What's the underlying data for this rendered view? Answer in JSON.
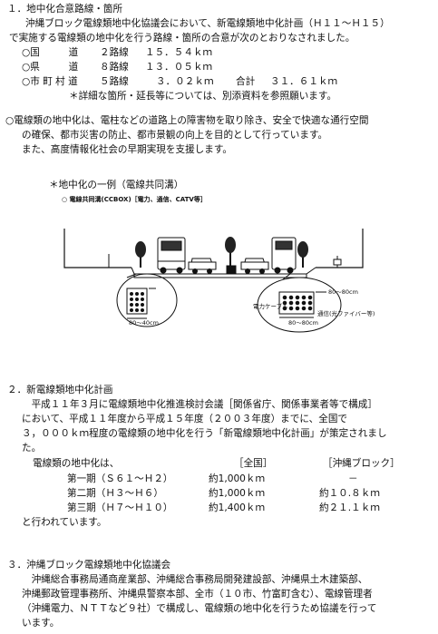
{
  "s1": {
    "heading": "１．地中化合意路線・箇所",
    "p1": "沖縄ブロック電線類地中化協議会において、新電線類地中化計画（Ｈ１１～Ｈ１５）",
    "p2": "で実施する電線類の地中化を行う路線・箇所の合意が次のとおりなされました。",
    "rows": [
      {
        "label": "○国　　　道",
        "count": "２路線",
        "length": "１５．５４ｋｍ"
      },
      {
        "label": "○県　　　道",
        "count": "８路線",
        "length": "１３．０５ｋｍ"
      },
      {
        "label": "○市 町 村 道",
        "count": "５路線",
        "length": "３．０２ｋｍ"
      }
    ],
    "total_label": "合計",
    "total_value": "３１．６１ｋｍ",
    "note": "＊詳細な箇所・延長等については、別添資料を参照願います。"
  },
  "purpose": {
    "p1": "○電線類の地中化は、電柱などの道路上の障害物を取り除き、安全で快適な通行空間",
    "p2": "の確保、都市災害の防止、都市景観の向上を目的として行っています。",
    "p3": "また、高度情報化社会の早期実現を支援します。"
  },
  "diagram": {
    "title": "＊地中化の一例（電線共同溝）",
    "caption": "○ 電線共同溝(CCBOX)［電力、通信、CATV等］",
    "left_dim": "80～40cm",
    "right_dims": [
      "80～80cm",
      "80～80cm"
    ],
    "right_labels": [
      "電力ケーブル",
      "通信(光ファイバー等)"
    ]
  },
  "s2": {
    "heading": "２．新電線類地中化計画",
    "p1": "　平成１１年３月に電線類地中化推進検討会議［関係省庁、関係事業者等で構成］",
    "p2": "において、平成１１年度から平成１５年度（２００３年度）までに、全国で",
    "p3": "３，０００ｋｍ程度の電線類の地中化を行う「新電線類地中化計画」が策定されまし",
    "p4": "た。",
    "lead": "電線類の地中化は、",
    "col_all": "［全国］",
    "col_block": "［沖縄ブロック］",
    "rows": [
      {
        "period": "第一期（Ｓ６１～Ｈ２）",
        "all": "約1,000ｋｍ",
        "block": "－"
      },
      {
        "period": "第二期（Ｈ３～Ｈ６）",
        "all": "約1,000ｋｍ",
        "block": "約１０.８ｋｍ"
      },
      {
        "period": "第三期（Ｈ７～Ｈ１０）",
        "all": "約1,400ｋｍ",
        "block": "約２１.１ｋｍ"
      }
    ],
    "tail": "と行われています。"
  },
  "s3": {
    "heading": "３．沖縄ブロック電線類地中化協議会",
    "p1": "　沖縄総合事務局通商産業部、沖縄総合事務局開発建設部、沖縄県土木建築部、",
    "p2": "沖縄郵政管理事務所、沖縄県警察本部、全市（１０市、竹富町含む）、電線管理者",
    "p3": "（沖縄電力、ＮＴＴなど９社）で構成し、電線類の地中化を行うため協議を行って",
    "p4": "います。"
  }
}
